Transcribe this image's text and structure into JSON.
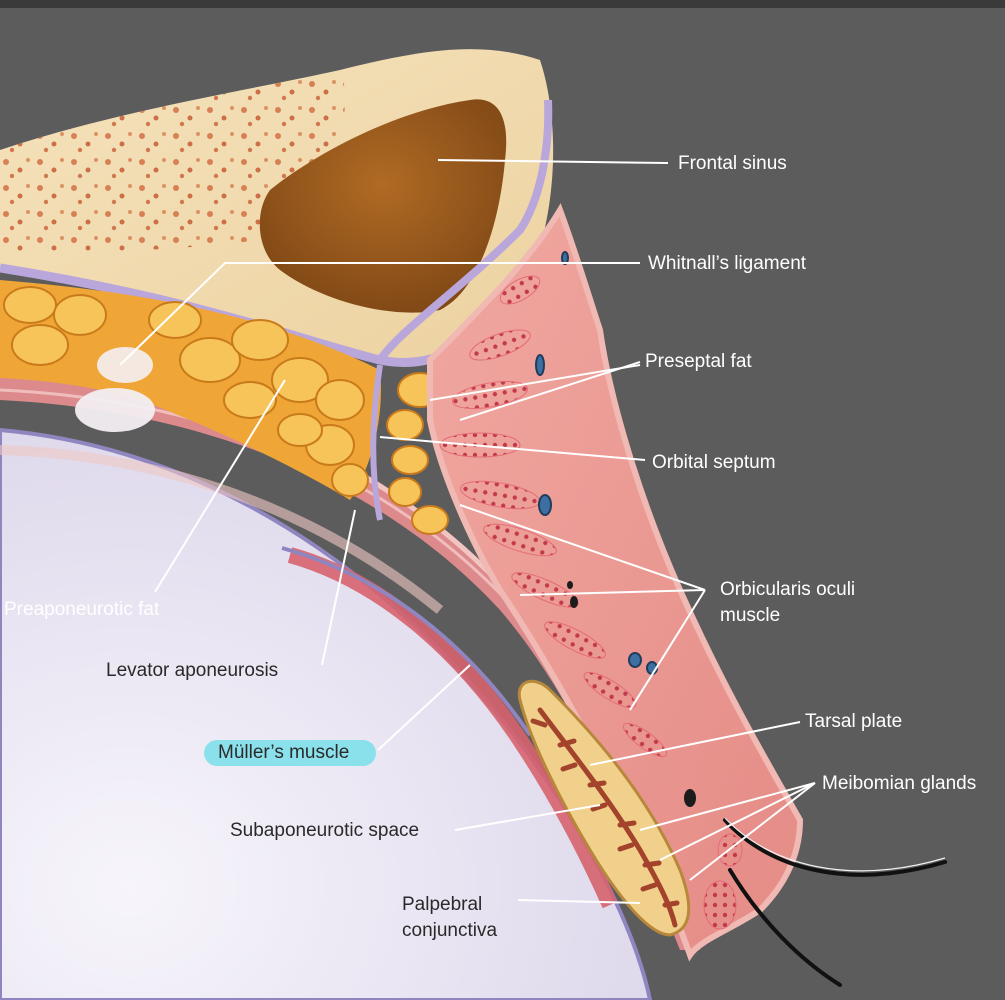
{
  "labels": {
    "frontal_sinus": "Frontal sinus",
    "whitnalls_ligament": "Whitnall’s ligament",
    "preseptal_fat": "Preseptal fat",
    "orbital_septum": "Orbital septum",
    "orbicularis_oculi_line1": "Orbicularis oculi",
    "orbicularis_oculi_line2": "muscle",
    "tarsal_plate": "Tarsal plate",
    "meibomian_glands": "Meibomian glands",
    "preaponeurotic_fat": "Preaponeurotic fat",
    "levator_aponeurosis": "Levator aponeurosis",
    "mullers_muscle": "Müller’s muscle",
    "subaponeurotic_space": "Subaponeurotic space",
    "palpebral_conjunctiva_line1": "Palpebral",
    "palpebral_conjunctiva_line2": "conjunctiva"
  },
  "colors": {
    "background": "#5a5a5a",
    "bone": "#f3dcb0",
    "sinus": "#9a5a1c",
    "fat": "#f2a93a",
    "muscle": "#d8586a",
    "skin": "#f3b6b0",
    "globe": "#ece9f4",
    "septum": "#b8a6d8",
    "label_text": "#ffffff",
    "highlight": "#7fe0ea"
  }
}
